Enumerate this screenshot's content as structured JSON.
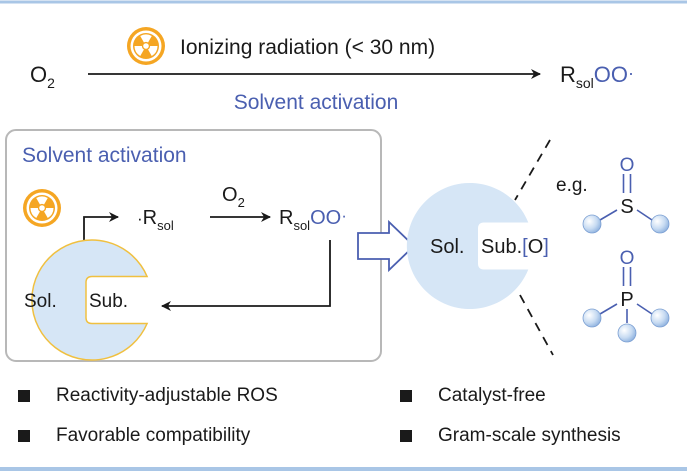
{
  "top": {
    "reactant": "O",
    "reactant_sub": "2",
    "condition_above": "Ionizing radiation (< 30 nm)",
    "condition_below": "Solvent activation",
    "product_R": "R",
    "product_sub": "sol",
    "product_OO": "OO",
    "radical_dot": "·"
  },
  "panel": {
    "title": "Solvent activation",
    "radical_dot": "·",
    "radical_R": "R",
    "radical_sub": "sol",
    "oxygen": "O",
    "oxygen_sub": "2",
    "peroxyl_R": "R",
    "peroxyl_sub": "sol",
    "peroxyl_OO": "OO",
    "sol_label": "Sol.",
    "sub_label": "Sub."
  },
  "right": {
    "sol_label": "Sol.",
    "sub_label": "Sub.",
    "bracket_open": "[",
    "bracket_O": "O",
    "bracket_close": "]",
    "eg_label": "e.g.",
    "sulfoxide_O": "O",
    "sulfoxide_S": "S",
    "phosphine_O": "O",
    "phosphine_P": "P"
  },
  "bullets": [
    "Reactivity-adjustable ROS",
    "Catalyst-free",
    "Favorable compatibility",
    "Gram-scale synthesis"
  ],
  "colors": {
    "accent_blue": "#4a5fb0",
    "sphere_fill": "#d6e6f6",
    "sphere_rim": "#f0c040",
    "radiation_orange": "#f5a623",
    "frame_line": "#a9c6e6"
  }
}
